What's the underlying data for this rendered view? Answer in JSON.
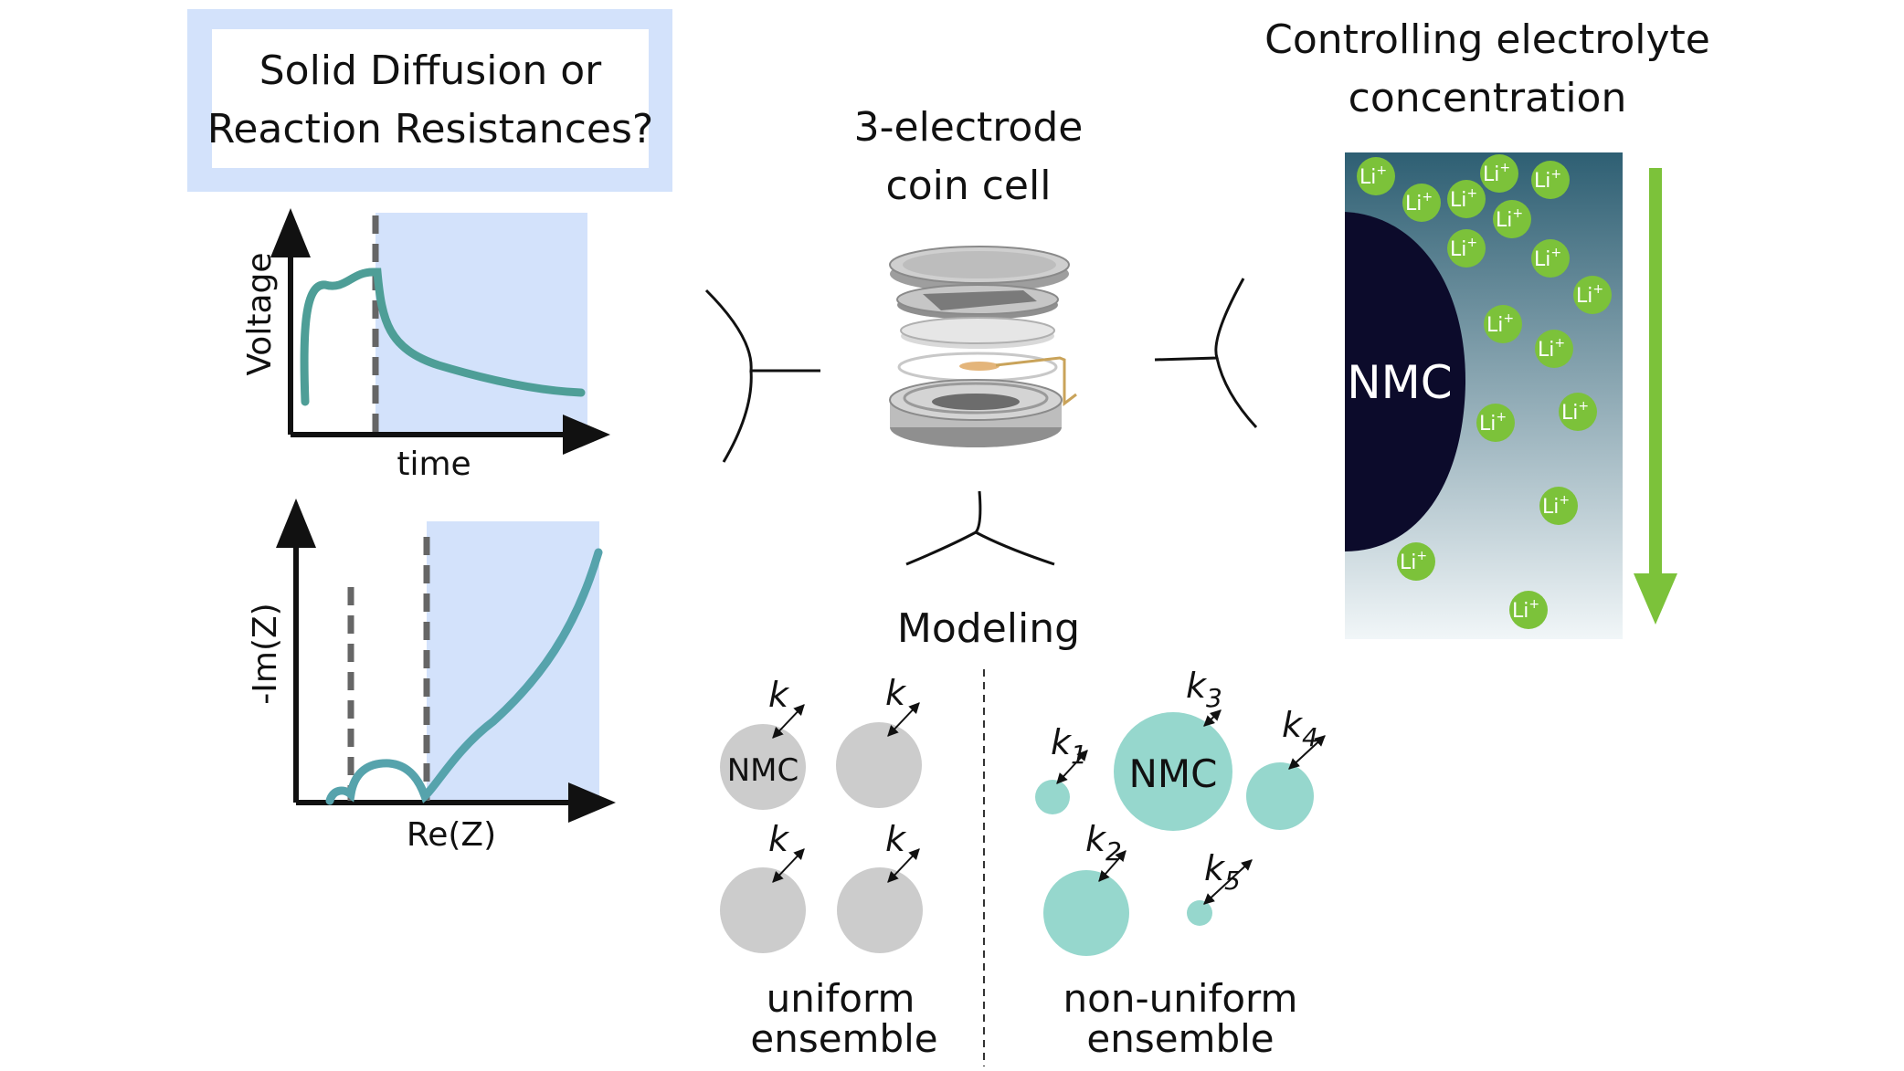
{
  "colors": {
    "highlight_box": "#d3e2fb",
    "curve": "#4e9e97",
    "curve_eis": "#56a3ac",
    "dashed": "#666666",
    "nmc_dark": "#0c0b2b",
    "electrolyte_top": "#2e5f73",
    "electrolyte_bottom": "#f1f6f8",
    "li_ion": "#7cc23a",
    "arrow_green": "#7cc23a",
    "particle_uniform": "#cccccc",
    "particle_nonuniform": "#96d7cd"
  },
  "question_box": {
    "line1": "Solid Diffusion or",
    "line2": "Reaction Resistances?"
  },
  "voltage_plot": {
    "ylabel": "Voltage",
    "xlabel": "time"
  },
  "impedance_plot": {
    "ylabel": "-Im(Z)",
    "xlabel": "Re(Z)"
  },
  "coin_cell": {
    "line1": "3-electrode",
    "line2": "coin cell"
  },
  "electrolyte": {
    "title_line1": "Controlling electrolyte",
    "title_line2": "concentration",
    "nmc_label": "NMC",
    "ion_label": "Li",
    "ion_sup": "+"
  },
  "modeling": {
    "title": "Modeling",
    "uniform_label_line1": "uniform",
    "uniform_label_line2": "ensemble",
    "nonuniform_label_line1": "non-uniform",
    "nonuniform_label_line2": "ensemble",
    "nmc_label": "NMC",
    "k_symbol": "k",
    "k_subscripts": [
      "1",
      "2",
      "3",
      "4",
      "5"
    ]
  }
}
